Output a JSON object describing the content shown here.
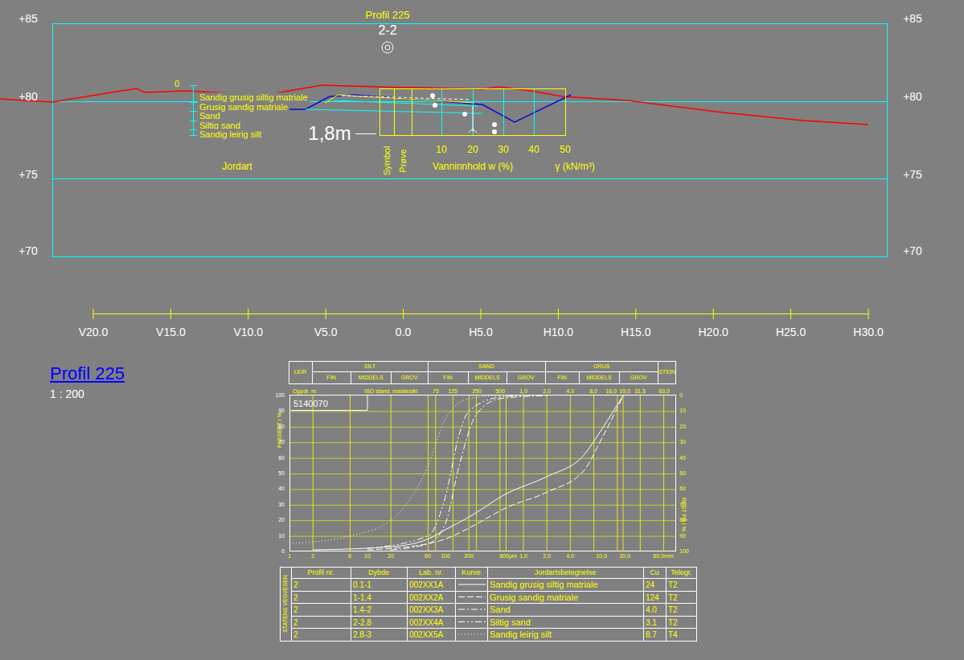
{
  "diagram": {
    "labels": [
      "+85",
      "+85",
      "+80",
      "+80",
      "+75",
      "+75",
      "+70",
      "+70",
      "Profil 225",
      "2-2",
      "0",
      "Sandig grusig siltig matriale",
      "Grusig sandig matriale",
      "Sand",
      "Siltig sand",
      "Sandig leirig silt",
      "1,8m",
      "Symbol",
      "Prøve",
      "10",
      "20",
      "30",
      "40",
      "50",
      "Vanninnhold w (%)",
      "γ (kN/m³)",
      "Jordart",
      "V20.0",
      "V15.0",
      "V10.0",
      "V5.0",
      "0.0",
      "H5.0",
      "H10.0",
      "H15.0",
      "H20.0",
      "H25.0",
      "H30.0",
      "Profil 225",
      "1 : 200",
      "LEIR",
      "SILT",
      "SAND",
      "GRUS",
      "STEIN",
      "FIN",
      "MIDDELS",
      "GROV",
      "FIN",
      "MIDDELS",
      "GROV",
      "FIN",
      "MIDDELS",
      "GROV",
      "Oppdr. nr.",
      "ISO stand. maskesikt",
      "75",
      "125",
      "250",
      "500",
      "1,0",
      "2,0",
      "4,0",
      "8,0",
      "16,0",
      "19,0",
      "31,5",
      "63,0",
      "5140070",
      "PASSERT I %",
      "REST PÅ I %",
      "100",
      "90",
      "80",
      "70",
      "60",
      "50",
      "40",
      "30",
      "20",
      "10",
      "0",
      "0",
      "10",
      "20",
      "30",
      "40",
      "50",
      "60",
      "70",
      "80",
      "90",
      "100",
      "1",
      "2",
      "6",
      "10",
      "20",
      "60",
      "100",
      "200",
      "600µm",
      "1,0",
      "2,0",
      "4,0",
      "10,0",
      "20,0",
      "60,0mm",
      "Profil nr.",
      "Dybde",
      "Lab. nr.",
      "Kurve",
      "Jordartsbetegnelse",
      "Cu",
      "Telegr.",
      "2",
      "0.1-1",
      "002XX1A",
      "Sandig grusig siltig matriale",
      "24",
      "T2",
      "2",
      "1-1.4",
      "002XX2A",
      "Grusig sandig matriale",
      "124",
      "T2",
      "2",
      "1.4-2",
      "002XX3A",
      "Sand",
      "4.0",
      "T2",
      "2",
      "2-2.8",
      "002XX4A",
      "Siltig sand",
      "3.1",
      "T2",
      "2",
      "2.8-3",
      "002XX5A",
      "Sandig leirig silt",
      "8.7",
      "T4",
      "STATENS VEGVESEN"
    ]
  }
}
